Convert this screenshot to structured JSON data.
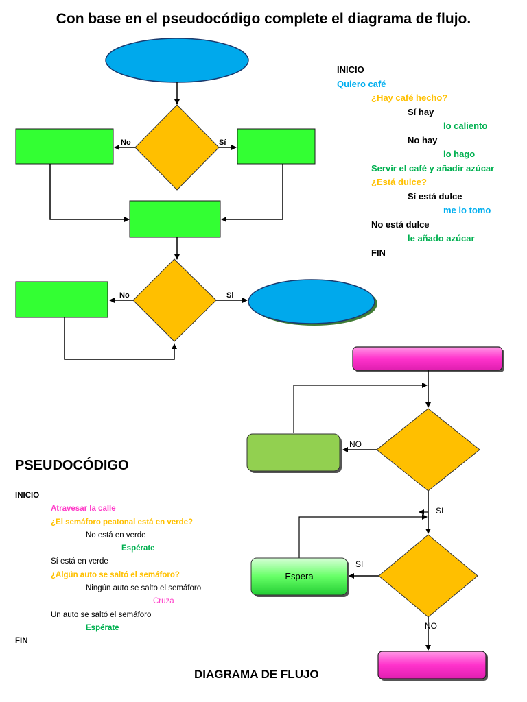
{
  "title": "Con base en el pseudocódigo complete el diagrama de flujo.",
  "colors": {
    "blue": "#00aeef",
    "green": "#00b050",
    "orange": "#ffc000",
    "pink": "#ff3cc8",
    "black": "#000000",
    "shape_blue": "#00a9ec",
    "shape_green": "#33ff33",
    "shape_orange": "#ffbf00",
    "shape_pink": "#ff33cc"
  },
  "pseudo1": [
    {
      "text": "INICIO",
      "color": "#000000",
      "indent": 0
    },
    {
      "text": "Quiero café",
      "color": "#00aeef",
      "indent": 0
    },
    {
      "text": "¿Hay café hecho?",
      "color": "#ffc000",
      "indent": 1
    },
    {
      "text": "Sí hay",
      "color": "#000000",
      "indent": 2
    },
    {
      "text": "lo caliento",
      "color": "#00b050",
      "indent": 3
    },
    {
      "text": "No hay",
      "color": "#000000",
      "indent": 2
    },
    {
      "text": "lo hago",
      "color": "#00b050",
      "indent": 3
    },
    {
      "text": "Servir el café y añadir azúcar",
      "color": "#00b050",
      "indent": 1
    },
    {
      "text": "¿Está dulce?",
      "color": "#ffc000",
      "indent": 1
    },
    {
      "text": "Sí está dulce",
      "color": "#000000",
      "indent": 2
    },
    {
      "text": "me lo tomo",
      "color": "#00aeef",
      "indent": 3
    },
    {
      "text": "No está dulce",
      "color": "#000000",
      "indent": 1
    },
    {
      "text": "le añado azúcar",
      "color": "#00b050",
      "indent": 2
    },
    {
      "text": "FIN",
      "color": "#000000",
      "indent": 1
    }
  ],
  "flow1": {
    "no_label_1": "No",
    "si_label_1": "Sí",
    "no_label_2": "No",
    "si_label_2": "Si"
  },
  "pseudo2_title": "PSEUDOCÓDIGO",
  "pseudo2": [
    {
      "text": "INICIO",
      "color": "#000000",
      "indent": 0,
      "bold": true
    },
    {
      "text": "Atravesar la calle",
      "color": "#ff3cc8",
      "indent": 1,
      "bold": true
    },
    {
      "text": "¿El semáforo peatonal está en verde?",
      "color": "#ffc000",
      "indent": 1,
      "bold": true
    },
    {
      "text": "No está en verde",
      "color": "#000000",
      "indent": 2,
      "bold": false
    },
    {
      "text": "Espérate",
      "color": "#00b050",
      "indent": 3,
      "bold": true
    },
    {
      "text": "Sí está en verde",
      "color": "#000000",
      "indent": 1,
      "bold": false
    },
    {
      "text": "¿Algún auto se saltó el semáforo?",
      "color": "#ffc000",
      "indent": 1,
      "bold": true
    },
    {
      "text": "Ningún auto se salto el semáforo",
      "color": "#000000",
      "indent": 2,
      "bold": false
    },
    {
      "text": "Cruza",
      "color": "#ff3cc8",
      "indent": 4,
      "bold": false
    },
    {
      "text": "Un auto se saltó el semáforo",
      "color": "#000000",
      "indent": 1,
      "bold": false
    },
    {
      "text": "Espérate",
      "color": "#00b050",
      "indent": 2,
      "bold": true
    },
    {
      "text": "FIN",
      "color": "#000000",
      "indent": 0,
      "bold": true
    }
  ],
  "flow2": {
    "no_label_1": "NO",
    "si_label_1": "SI",
    "si_label_2": "SI",
    "no_label_2": "NO",
    "espera_label": "Espera"
  },
  "diagram_title": "DIAGRAMA DE FLUJO"
}
